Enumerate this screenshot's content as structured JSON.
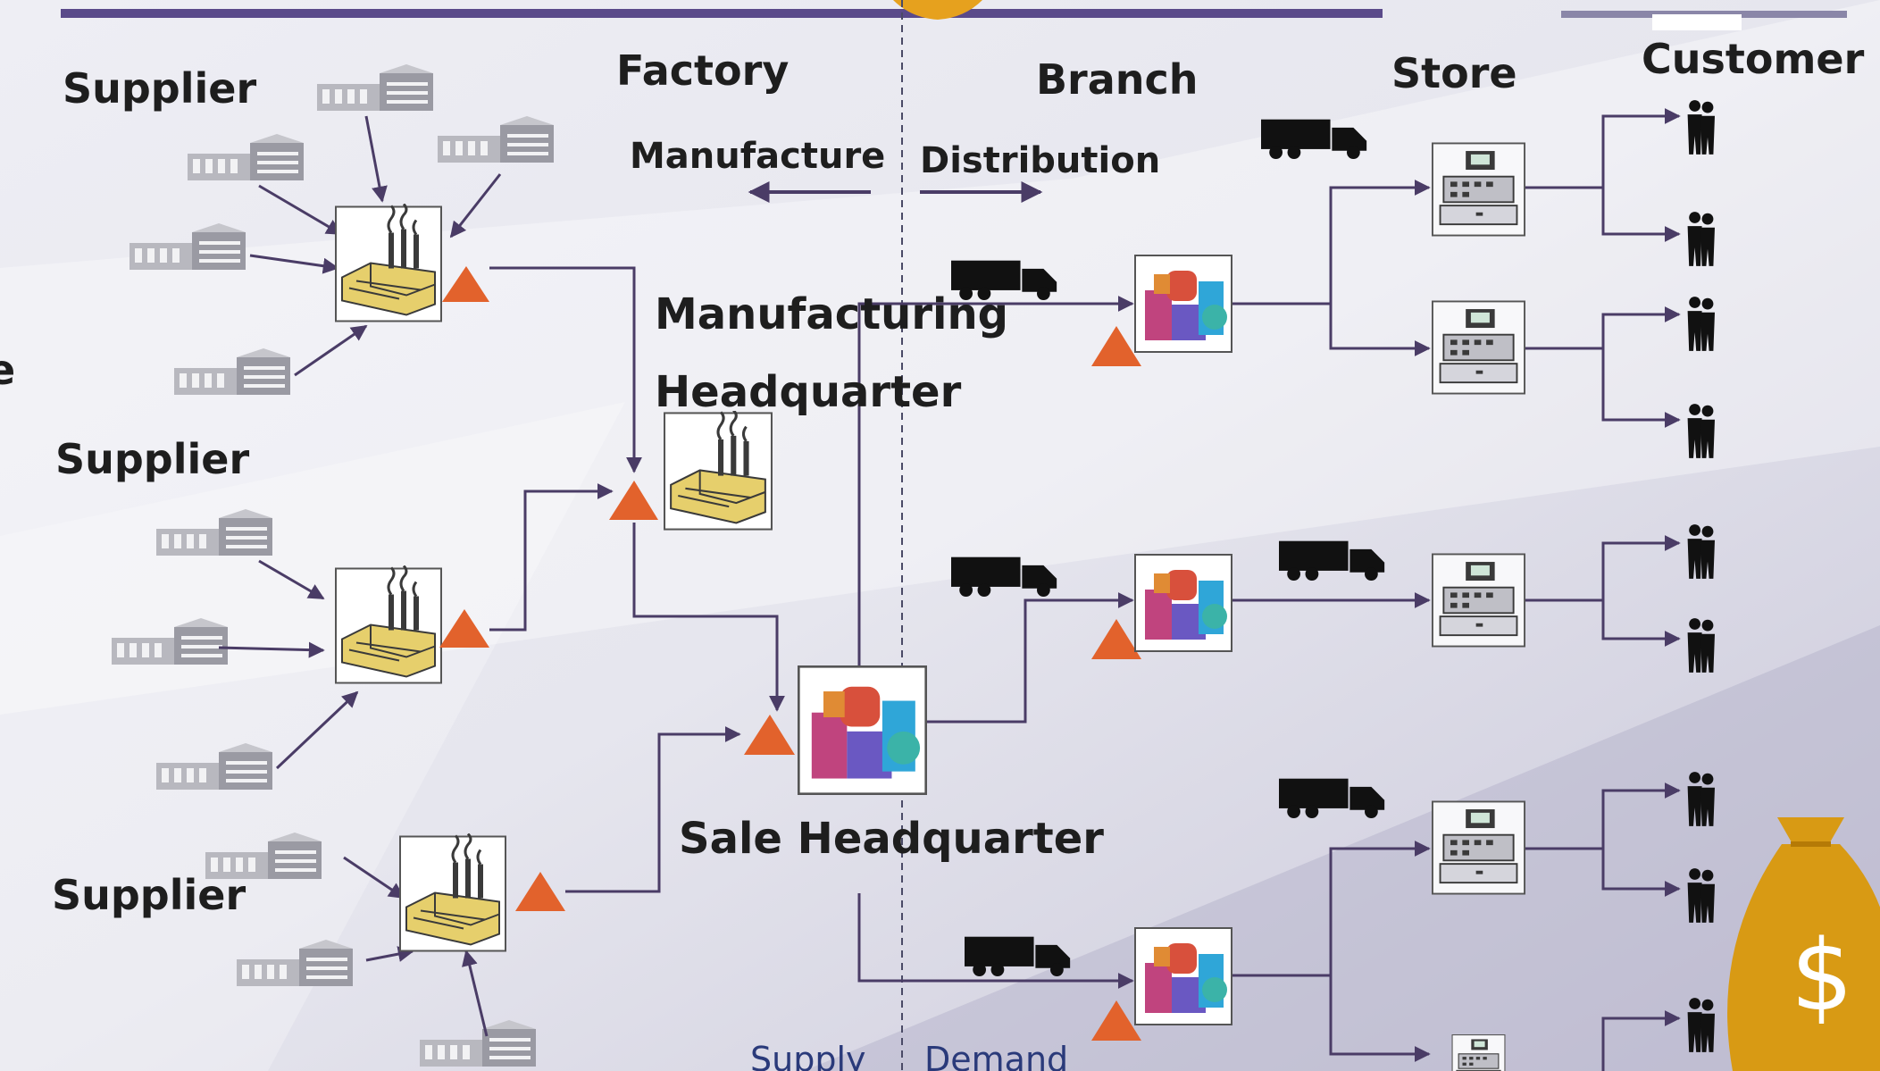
{
  "labels": {
    "supplier_1": "Supplier",
    "supplier_2": "Supplier",
    "supplier_3": "Supplier",
    "factory": "Factory",
    "branch": "Branch",
    "store": "Store",
    "customer": "Customer",
    "manufacture": "Manufacture",
    "distribution": "Distribution",
    "manufacturing_hq_line1": "Manufacturing",
    "manufacturing_hq_line2": "Headquarter",
    "sale_hq": "Sale Headquarter",
    "supply": "Supply",
    "demand": "Demand",
    "edge_fragment": "e",
    "dollar": "$"
  },
  "colors": {
    "arrow": "#4a3c66",
    "triangle": "#e2622c",
    "money_bag": "#d89a14",
    "top_bar": "#5a4a8a"
  },
  "icons": [
    "warehouse-icon",
    "factory-icon",
    "truck-icon",
    "blocks-icon",
    "cash-register-icon",
    "people-icon",
    "money-bag-icon"
  ]
}
